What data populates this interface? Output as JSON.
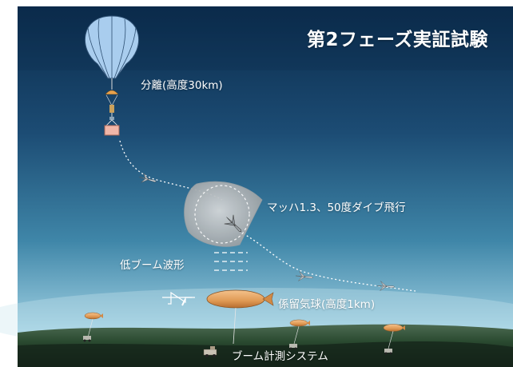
{
  "title": "第2フェーズ実証試験",
  "labels": {
    "separation": "分離(高度30km)",
    "dive": "マッハ1.3、50度ダイブ飛行",
    "low_boom_waveform": "低ブーム波形",
    "tethered_balloon": "係留気球(高度1km)",
    "boom_measurement_system": "ブーム計測システム"
  },
  "colors": {
    "sky_top": "#0a2a4a",
    "sky_mid": "#2f6d93",
    "sky_horizon": "#9fd0e2",
    "ground": "#1f3a25",
    "balloon_blue": "#a9cdee",
    "blimp_orange": "#e0a35f",
    "cone_gray": "#b4b8bb",
    "gondola_pink": "#f0b6a8"
  },
  "icons": [
    "stratospheric-balloon-icon",
    "parachute-icon",
    "gondola-icon",
    "jet-icon",
    "tethered-blimp-icon",
    "ground-vehicle-icon",
    "n-wave-icon"
  ]
}
